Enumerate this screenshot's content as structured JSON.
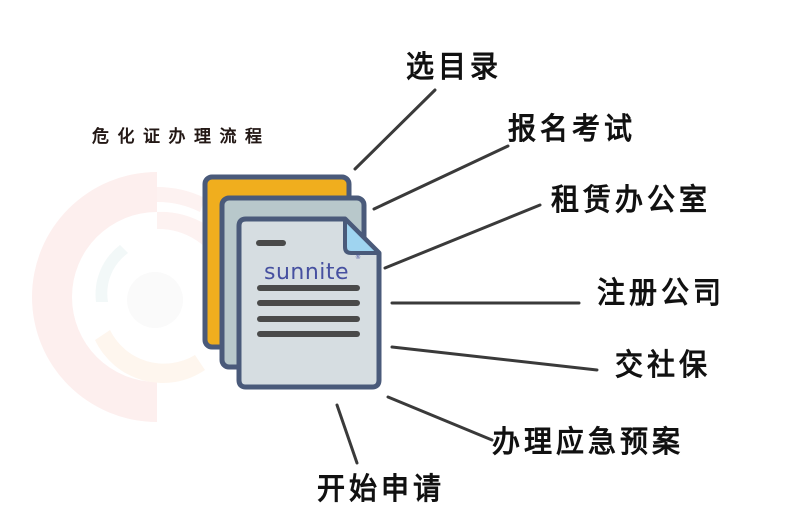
{
  "title": "危化证办理流程",
  "logo": {
    "text": "sunnite",
    "mark": "®",
    "color": "#4650a0"
  },
  "colors": {
    "doc_border": "#4a5a7a",
    "doc_back": "#f0ae1e",
    "doc_middle": "#b8c8cb",
    "doc_front": "#d6dde1",
    "fold": "#9fd4f0",
    "text_lines": "#4a4a4a",
    "connector": "#3a3a3a",
    "bg_ring": "#fdf0ee"
  },
  "steps": [
    {
      "label": "选目录"
    },
    {
      "label": "报名考试"
    },
    {
      "label": "租赁办公室"
    },
    {
      "label": "注册公司"
    },
    {
      "label": "交社保"
    },
    {
      "label": "办理应急预案"
    },
    {
      "label": "开始申请"
    }
  ]
}
